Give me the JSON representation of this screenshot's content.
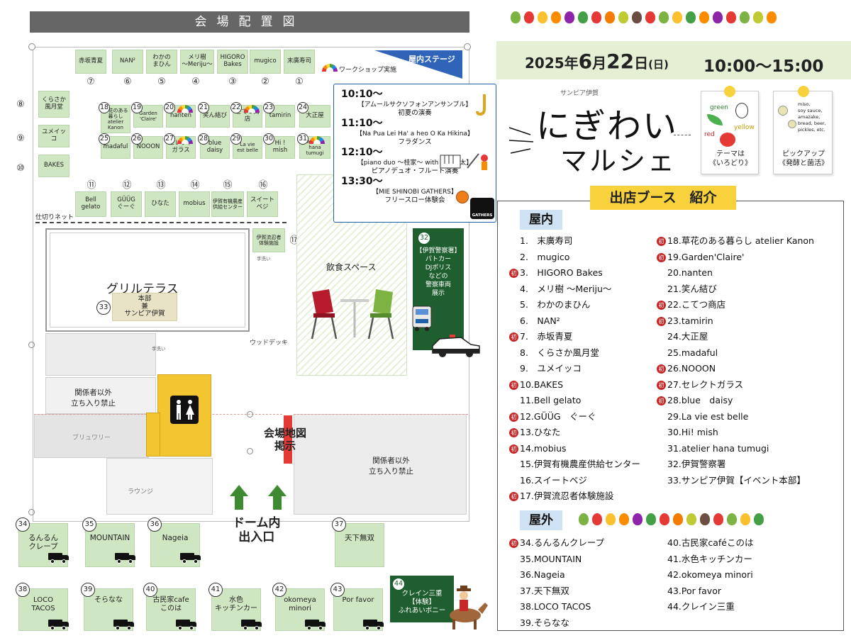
{
  "map": {
    "title": "会場配置図",
    "workshop_label": "ワークショップ実施",
    "stage_label": "屋内ステージ",
    "partition_label": "仕切りネット",
    "grill_terrace": "グリルテラス",
    "hq_label": "本部\n兼\nサンピア伊賀",
    "eating_space": "飲食スペース",
    "wood_deck": "ウッドデッキ",
    "staff_only": "関係者以外\n立ち入り禁止",
    "brewery": "ブリュワリー",
    "lounge": "ラウンジ",
    "map_sign": "会場地図\n掲示",
    "dome_entrance": "ドーム内\n出入口",
    "handwash": "手洗い",
    "police_label": "【伊賀警察署】\nパトカー\nDJポリス\nなどの\n警察車両\n展示",
    "stage_schedule": [
      {
        "time": "10:10～",
        "title": "【アムールサクソフォンアンサンブル】",
        "desc": "初夏の演奏"
      },
      {
        "time": "11:10～",
        "title": "【Na Pua Lei Ha' a heo O Ka Hikina】",
        "desc": "フラダンス"
      },
      {
        "time": "12:10～",
        "title": "【piano duo ～桂家～ with 山本健太】",
        "desc": "ピアノデュオ・フルート演奏"
      },
      {
        "time": "13:30～",
        "title": "【MIE SHINOBI GATHERS】",
        "desc": "フリースロー体験会"
      }
    ],
    "gathers_logo": "GATHERS",
    "top_row": [
      {
        "n": "⑦",
        "name": "赤坂青夏"
      },
      {
        "n": "⑥",
        "name": "NAN²"
      },
      {
        "n": "⑤",
        "name": "わかの\nまひん"
      },
      {
        "n": "④",
        "name": "メリ樹\n～Meriju～"
      },
      {
        "n": "③",
        "name": "HIGORO\nBakes"
      },
      {
        "n": "②",
        "name": "mugico"
      },
      {
        "n": "①",
        "name": "末廣寿司"
      }
    ],
    "left_col": [
      {
        "n": "⑧",
        "name": "くらさか\n風月堂"
      },
      {
        "n": "⑨",
        "name": "ユメイッコ"
      },
      {
        "n": "⑩",
        "name": "BAKES"
      }
    ],
    "row_a": [
      {
        "n": "18",
        "name": "草花のある暮らし\natelier\nKanon"
      },
      {
        "n": "19",
        "name": "Garden\n'Claire'"
      },
      {
        "n": "20",
        "name": "nanten"
      },
      {
        "n": "21",
        "name": "笑ん結び"
      },
      {
        "n": "22",
        "name": "こてつ商店"
      },
      {
        "n": "23",
        "name": "tamirin"
      },
      {
        "n": "24",
        "name": "大正屋"
      }
    ],
    "row_b": [
      {
        "n": "25",
        "name": "madaful"
      },
      {
        "n": "26",
        "name": "NOOON"
      },
      {
        "n": "27",
        "name": "セレクト\nガラス"
      },
      {
        "n": "28",
        "name": "blue daisy"
      },
      {
        "n": "29",
        "name": "La vie\nest belle"
      },
      {
        "n": "30",
        "name": "Hi ! mish"
      },
      {
        "n": "31",
        "name": "atelier hana\ntumugi"
      }
    ],
    "row_c": [
      {
        "n": "⑪",
        "name": "Bell gelato"
      },
      {
        "n": "⑫",
        "name": "GÜÜG\nぐーぐ"
      },
      {
        "n": "⑬",
        "name": "ひなた"
      },
      {
        "n": "⑭",
        "name": "mobius"
      },
      {
        "n": "⑮",
        "name": "伊賀有機農産\n供給センター"
      },
      {
        "n": "⑯",
        "name": "スイート\nベジ"
      }
    ],
    "b17": {
      "n": "⑰",
      "name": "伊賀流忍者\n体験施設"
    },
    "b32": "32",
    "b33": "33",
    "outdoor_top": [
      {
        "n": "34",
        "name": "るんるん\nクレープ"
      },
      {
        "n": "35",
        "name": "MOUNTAIN"
      },
      {
        "n": "36",
        "name": "Nageia"
      },
      {
        "n": "37",
        "name": "天下無双"
      }
    ],
    "outdoor_bottom": [
      {
        "n": "38",
        "name": "LOCO\nTACOS"
      },
      {
        "n": "39",
        "name": "そらなな"
      },
      {
        "n": "40",
        "name": "古民家cafe\nこのは"
      },
      {
        "n": "41",
        "name": "水色\nキッチンカー"
      },
      {
        "n": "42",
        "name": "okomeya\nminori"
      },
      {
        "n": "43",
        "name": "Por favor"
      }
    ],
    "b44": {
      "n": "44",
      "name": "クレイン三重\n【体験】\nふれあいポニー"
    }
  },
  "header": {
    "date": "2025年",
    "month": "6",
    "month_unit": "月",
    "day": "22",
    "day_unit": "日",
    "weekday": "(日)",
    "time": "10:00～15:00",
    "venue_small": "サンピア伊賀",
    "logo_line1": "にぎわい",
    "logo_line2": "マルシェ",
    "theme_label": "テーマは\n《いろどり》",
    "theme_words": [
      "green",
      "yellow",
      "red"
    ],
    "pickup_label": "ピックアップ\n《発酵と菌活》",
    "pickup_words": "miso,\nsoy sauce,\namazake,\nbread, beer,\npickles, etc."
  },
  "list": {
    "title": "出店ブース　紹介",
    "indoor_label": "屋内",
    "outdoor_label": "屋外",
    "hatsu_mark": "初",
    "indoor_left": [
      {
        "t": "1.　末廣寿司",
        "first": false
      },
      {
        "t": "2.　mugico",
        "first": false
      },
      {
        "t": "3.　HIGORO Bakes",
        "first": true
      },
      {
        "t": "4.　メリ樹 ～Meriju～",
        "first": false
      },
      {
        "t": "5.　わかのまひん",
        "first": false
      },
      {
        "t": "6.　NAN²",
        "first": false
      },
      {
        "t": "7.　赤坂青夏",
        "first": true
      },
      {
        "t": "8.　くらさか風月堂",
        "first": false
      },
      {
        "t": "9.　ユメイッコ",
        "first": false
      },
      {
        "t": "10.BAKES",
        "first": true
      },
      {
        "t": "11.Bell gelato",
        "first": false
      },
      {
        "t": "12.GÜÜG　ぐーぐ",
        "first": true
      },
      {
        "t": "13.ひなた",
        "first": true
      },
      {
        "t": "14.mobius",
        "first": true
      },
      {
        "t": "15.伊賀有機農産供給センター",
        "first": false
      },
      {
        "t": "16.スイートベジ",
        "first": false
      },
      {
        "t": "17.伊賀流忍者体験施設",
        "first": true
      }
    ],
    "indoor_right": [
      {
        "t": "18.草花のある暮らし atelier Kanon",
        "first": true
      },
      {
        "t": "19.Garden'Claire'",
        "first": true
      },
      {
        "t": "20.nanten",
        "first": false
      },
      {
        "t": "21.笑ん結び",
        "first": false
      },
      {
        "t": "22.こてつ商店",
        "first": true
      },
      {
        "t": "23.tamirin",
        "first": true
      },
      {
        "t": "24.大正屋",
        "first": false
      },
      {
        "t": "25.madaful",
        "first": false
      },
      {
        "t": "26.NOOON",
        "first": true
      },
      {
        "t": "27.セレクトガラス",
        "first": true
      },
      {
        "t": "28.blue　daisy",
        "first": true
      },
      {
        "t": "29.La vie est belle",
        "first": false
      },
      {
        "t": "30.Hi! mish",
        "first": false
      },
      {
        "t": "31.atelier hana tumugi",
        "first": false
      },
      {
        "t": "32.伊賀警察署",
        "first": false
      },
      {
        "t": "33.サンピア伊賀【イベント本部】",
        "first": false
      }
    ],
    "outdoor_left": [
      {
        "t": "34.るんるんクレープ",
        "first": true
      },
      {
        "t": "35.MOUNTAIN",
        "first": false
      },
      {
        "t": "36.Nageia",
        "first": false
      },
      {
        "t": "37.天下無双",
        "first": false
      },
      {
        "t": "38.LOCO TACOS",
        "first": false
      },
      {
        "t": "39.そらなな",
        "first": false
      }
    ],
    "outdoor_right": [
      {
        "t": "40.古民家caféこのは",
        "first": false
      },
      {
        "t": "41.水色キッチンカー",
        "first": false
      },
      {
        "t": "42.okomeya minori",
        "first": false
      },
      {
        "t": "43.Por favor",
        "first": false
      },
      {
        "t": "44.クレイン三重",
        "first": false
      }
    ]
  },
  "colors": {
    "booth": "#cfe6c2",
    "stage": "#1e5fa8",
    "police": "#1f5e2e",
    "toilet": "#f2c531",
    "accent_red": "#c62828"
  }
}
